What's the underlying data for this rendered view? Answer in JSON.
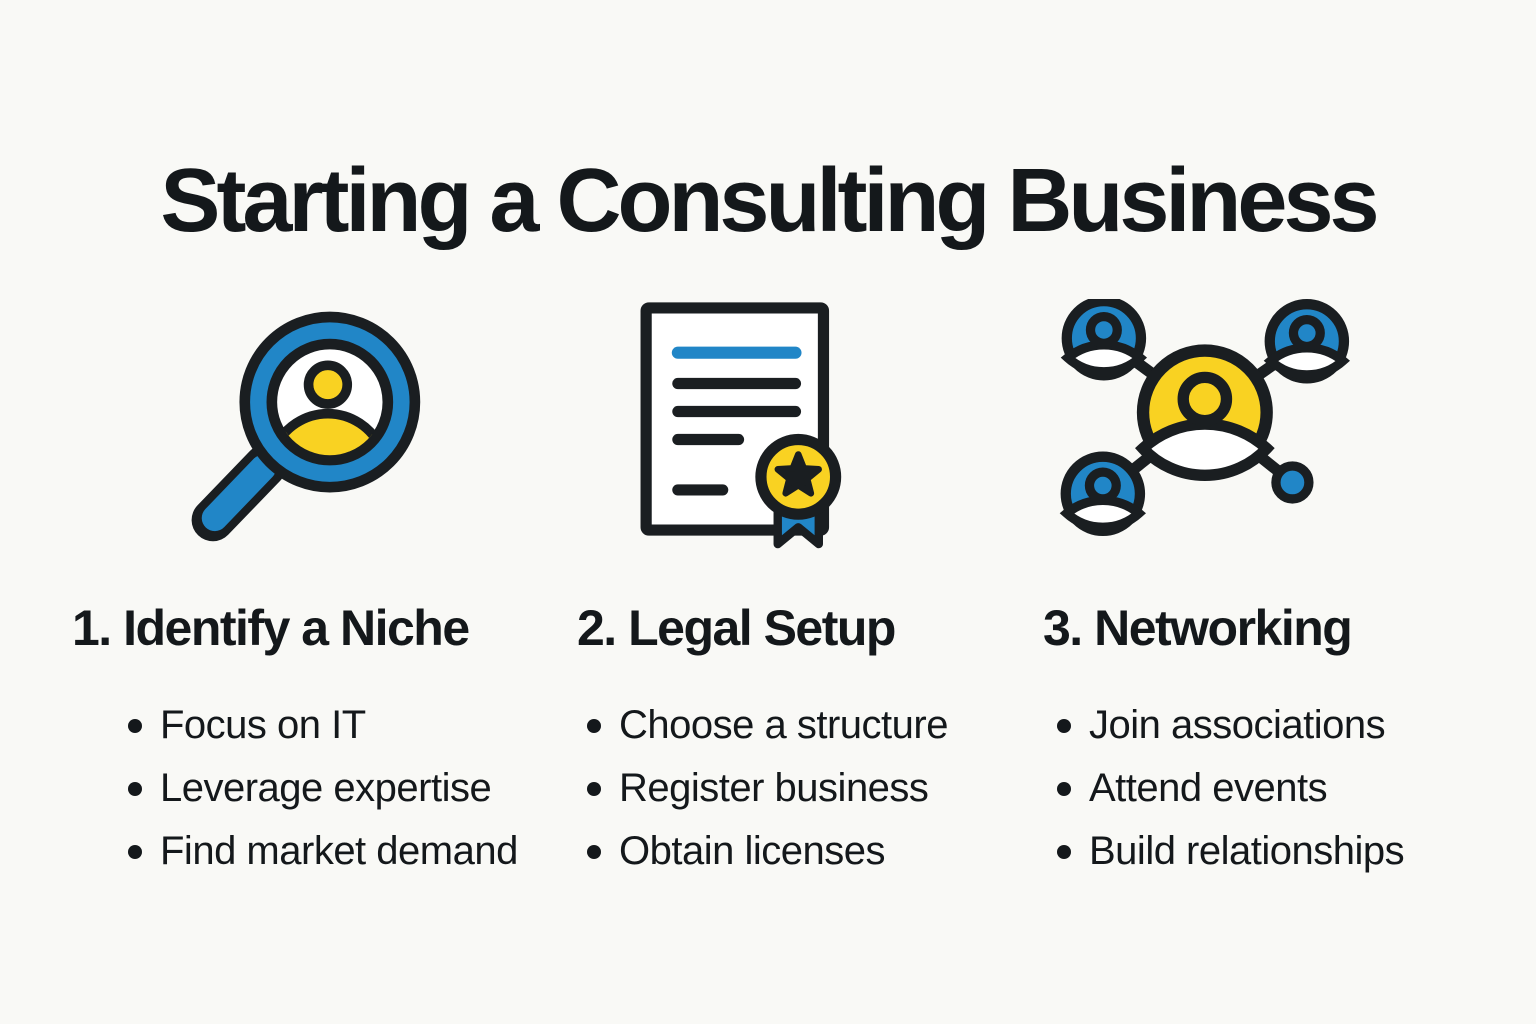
{
  "title": "Starting a Consulting Business",
  "colors": {
    "background": "#F9F9F6",
    "blue": "#2186C7",
    "yellow": "#F9D222",
    "ink": "#1A1E21",
    "text": "#14181B"
  },
  "sections": [
    {
      "heading": "1. Identify a Niche",
      "icon": "magnifier-person-icon",
      "bullets": [
        "Focus on IT",
        "Leverage expertise",
        "Find market demand"
      ]
    },
    {
      "heading": "2. Legal Setup",
      "icon": "certificate-document-icon",
      "bullets": [
        "Choose a structure",
        "Register business",
        "Obtain licenses"
      ]
    },
    {
      "heading": "3. Networking",
      "icon": "people-network-icon",
      "bullets": [
        "Join associations",
        "Attend events",
        "Build relationships"
      ]
    }
  ]
}
